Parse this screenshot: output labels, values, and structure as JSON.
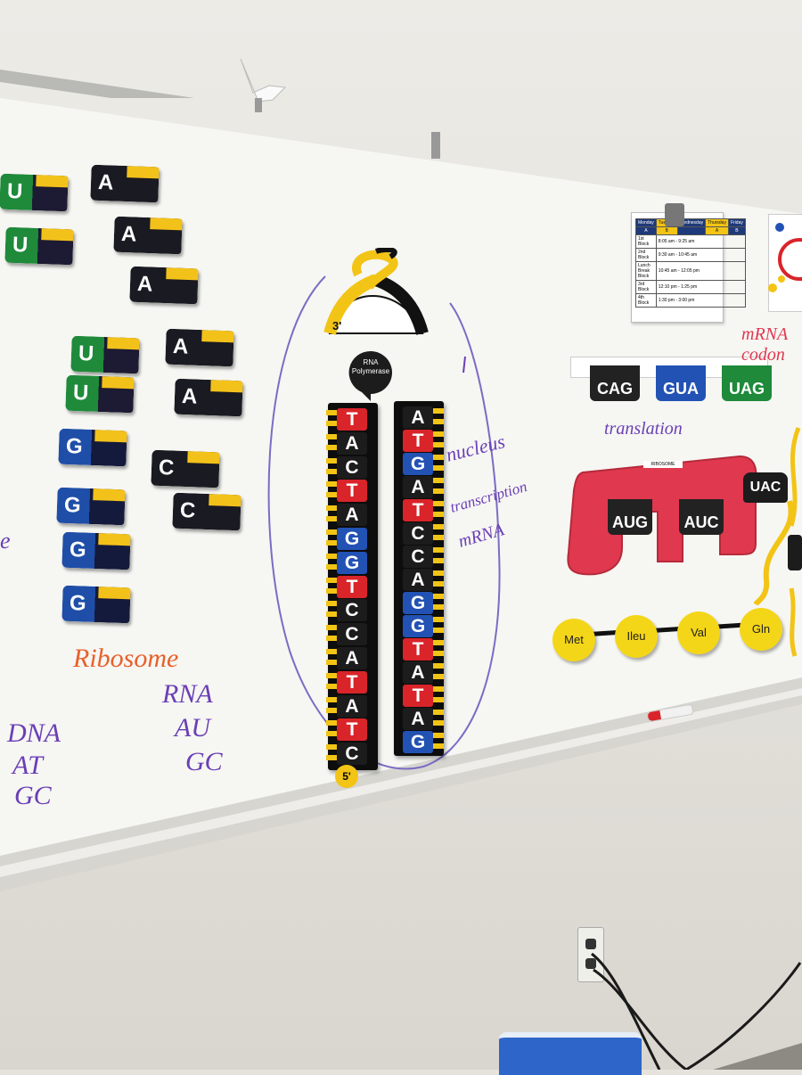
{
  "left_tiles": [
    {
      "letter": "U",
      "color": "green"
    },
    {
      "letter": "U",
      "color": "green"
    },
    {
      "letter": "A",
      "color": "black"
    },
    {
      "letter": "A",
      "color": "black"
    },
    {
      "letter": "A",
      "color": "black"
    },
    {
      "letter": "U",
      "color": "green"
    },
    {
      "letter": "U",
      "color": "green"
    },
    {
      "letter": "A",
      "color": "black"
    },
    {
      "letter": "A",
      "color": "black"
    },
    {
      "letter": "G",
      "color": "blue"
    },
    {
      "letter": "C",
      "color": "black"
    },
    {
      "letter": "G",
      "color": "blue"
    },
    {
      "letter": "C",
      "color": "black"
    },
    {
      "letter": "G",
      "color": "blue"
    },
    {
      "letter": "G",
      "color": "blue"
    }
  ],
  "dna_left": [
    "T",
    "A",
    "C",
    "T",
    "A",
    "G",
    "G",
    "T",
    "C",
    "C",
    "A",
    "T",
    "A",
    "T",
    "C"
  ],
  "dna_left_colors": [
    "red",
    "dark",
    "dark",
    "red",
    "dark",
    "blue",
    "blue",
    "red",
    "dark",
    "dark",
    "dark",
    "red",
    "dark",
    "red",
    "dark"
  ],
  "dna_right": [
    "A",
    "T",
    "G",
    "A",
    "T",
    "C",
    "C",
    "A",
    "G",
    "G",
    "T",
    "A",
    "T",
    "A",
    "G"
  ],
  "dna_right_colors": [
    "dark",
    "red",
    "blue",
    "dark",
    "red",
    "dark",
    "dark",
    "dark",
    "blue",
    "blue",
    "red",
    "dark",
    "red",
    "dark",
    "blue"
  ],
  "labels": {
    "three_prime": "3'",
    "five_prime": "5'",
    "rna_polymerase": "RNA Polymerase",
    "nucleus": "nucleus",
    "transcription": "transcription",
    "mrna": "mRNA",
    "ribosome": "Ribosome",
    "rna": "RNA",
    "au": "AU",
    "gc_rna": "GC",
    "dna": "DNA",
    "at": "AT",
    "gc_dna": "GC",
    "translation": "translation",
    "mrna_codon": "mRNA codon",
    "me": "e"
  },
  "codons": [
    "CAG",
    "GUA",
    "UAG"
  ],
  "ribosome_codons": [
    "AUG",
    "AUC"
  ],
  "ribosome_tag": "RIBOSOME",
  "trna_anticodon": "UAC",
  "amino_acids": [
    "Met",
    "Ileu",
    "Val",
    "Gln"
  ],
  "schedule": {
    "header": [
      "Monday",
      "Tuesday",
      "Wednesday",
      "Thursday",
      "Friday"
    ],
    "days": [
      "A",
      "B",
      "",
      "A",
      "B"
    ],
    "rows": [
      [
        "1st Block",
        "8:05 am - 9:25 am"
      ],
      [
        "2nd Block",
        "9:30 am - 10:45 am"
      ],
      [
        "Lunch Break Block",
        "10:45 am - 12:05 pm"
      ],
      [
        "3rd Block",
        "12:10 pm - 1:25 pm"
      ],
      [
        "4th Block",
        "1:30 pm - 3:00 pm"
      ]
    ]
  },
  "colors": {
    "green": "#1e8a3a",
    "blue": "#2252b3",
    "red": "#d9242a",
    "yellow": "#f2c416",
    "ribosome": "#e0384f",
    "marker_purple": "#6a3fb5",
    "marker_orange": "#e8602a"
  }
}
